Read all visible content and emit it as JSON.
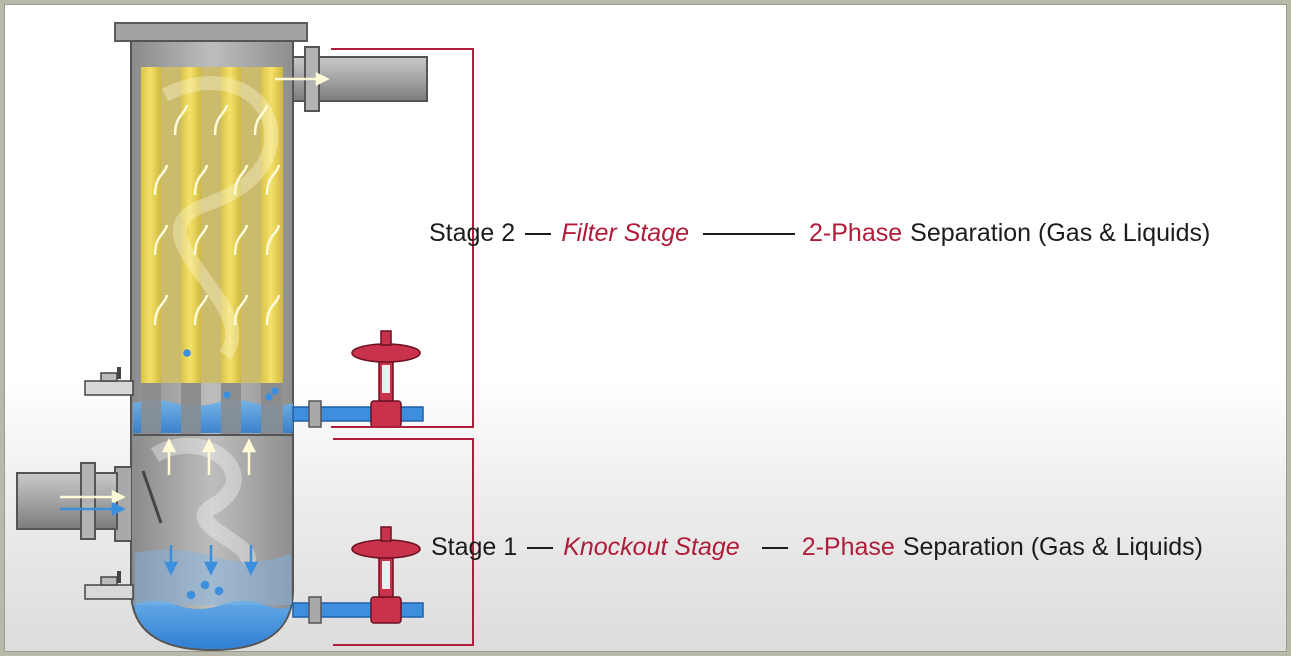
{
  "stage2": {
    "stage": "Stage 2",
    "name": "Filter Stage",
    "phase": "2-Phase",
    "separation": "Separation (Gas & Liquids)"
  },
  "stage1": {
    "stage": "Stage 1",
    "name": "Knockout Stage",
    "phase": "2-Phase",
    "separation": "Separation (Gas & Liquids)"
  },
  "colors": {
    "accent_red": "#b01c3a",
    "liquid_blue": "#3d8fde",
    "filter_yellow": "#f2d94e",
    "vessel_grey": "#9a9a9a"
  }
}
